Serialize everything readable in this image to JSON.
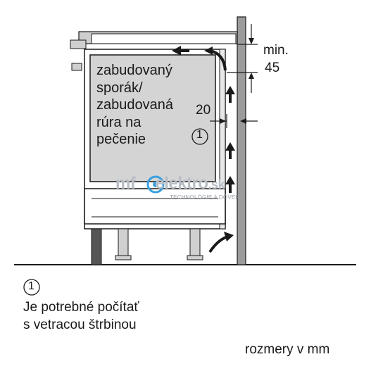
{
  "oven_label": [
    "zabudovaný",
    "sporák/",
    "zabudovaná",
    "rúra na",
    "pečenie"
  ],
  "callout_marker": "1",
  "dimension_20": "20",
  "dimension_min": "min.",
  "dimension_45": "45",
  "note_marker": "1",
  "note_lines": [
    "Je potrebné počítať",
    "s vetracou štrbinou"
  ],
  "units_label": "rozmery v mm",
  "watermark": {
    "brand_left": "mf",
    "brand_right": "elektro",
    "brand_tld": ".sk",
    "tagline": "TECHNOLÓGIE A DÔVERA"
  },
  "colors": {
    "cabinet_fill": "#cfcfcf",
    "appliance_fill": "#d4d4d4",
    "wall_fill": "#9b9b9b",
    "dark_panel": "#555555",
    "line": "#1a1a1a"
  }
}
